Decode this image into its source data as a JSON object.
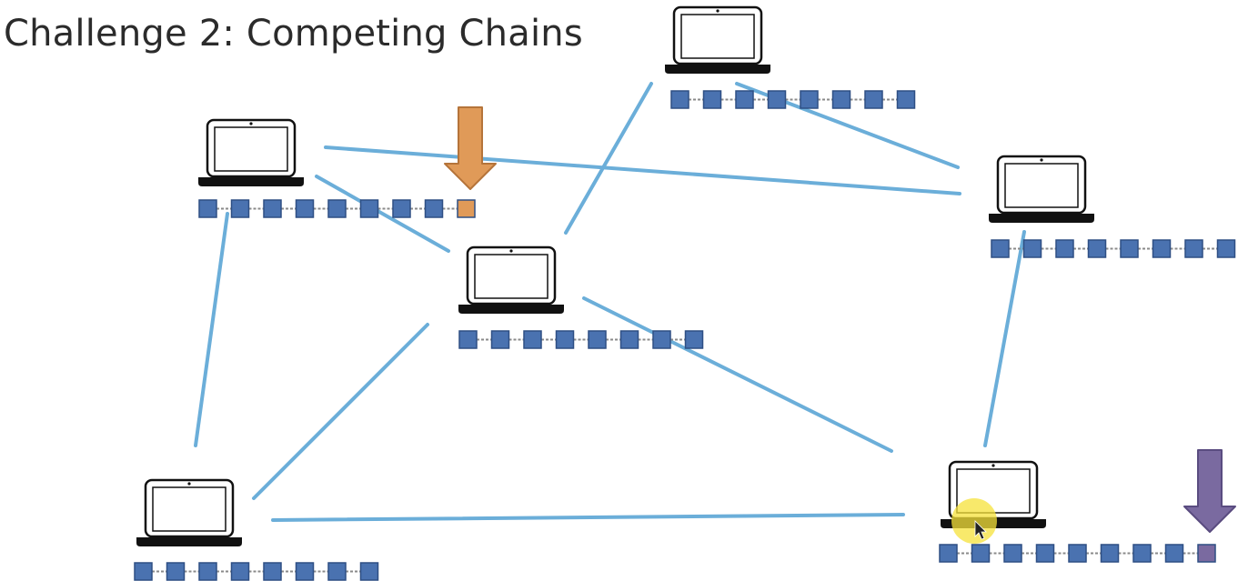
{
  "slide": {
    "title": "Challenge 2: Competing Chains"
  },
  "colors": {
    "connection": "#6baed9",
    "block": "#4a72b0",
    "block_border": "#2e4f84",
    "chain_link": "#8a8a8a",
    "orange_block": "#e09a58",
    "orange_arrow": "#e09a58",
    "orange_arrow_border": "#b5743a",
    "purple_block": "#7a6aa0",
    "purple_arrow": "#7a6aa0",
    "purple_arrow_border": "#5a4c80",
    "laptop_outline": "#111111",
    "cursor_highlight": "#f5e23a"
  },
  "nodes": [
    {
      "id": "top-center",
      "block_count": 8,
      "new_block": null
    },
    {
      "id": "upper-left",
      "block_count": 8,
      "new_block": "orange"
    },
    {
      "id": "middle",
      "block_count": 8,
      "new_block": null
    },
    {
      "id": "right",
      "block_count": 8,
      "new_block": null
    },
    {
      "id": "bottom-left",
      "block_count": 8,
      "new_block": null
    },
    {
      "id": "bottom-right",
      "block_count": 8,
      "new_block": "purple"
    }
  ],
  "arrows": [
    {
      "id": "orange-arrow",
      "node": "upper-left",
      "direction": "down"
    },
    {
      "id": "purple-arrow",
      "node": "bottom-right",
      "direction": "down"
    }
  ],
  "connections": [
    [
      "upper-left",
      "right"
    ],
    [
      "upper-left",
      "middle"
    ],
    [
      "upper-left",
      "bottom-left"
    ],
    [
      "top-center",
      "middle"
    ],
    [
      "top-center",
      "right"
    ],
    [
      "middle",
      "bottom-left"
    ],
    [
      "middle",
      "bottom-right"
    ],
    [
      "right",
      "bottom-right"
    ],
    [
      "bottom-left",
      "bottom-right"
    ]
  ],
  "cursor": {
    "node": "bottom-right",
    "highlighted": true
  }
}
